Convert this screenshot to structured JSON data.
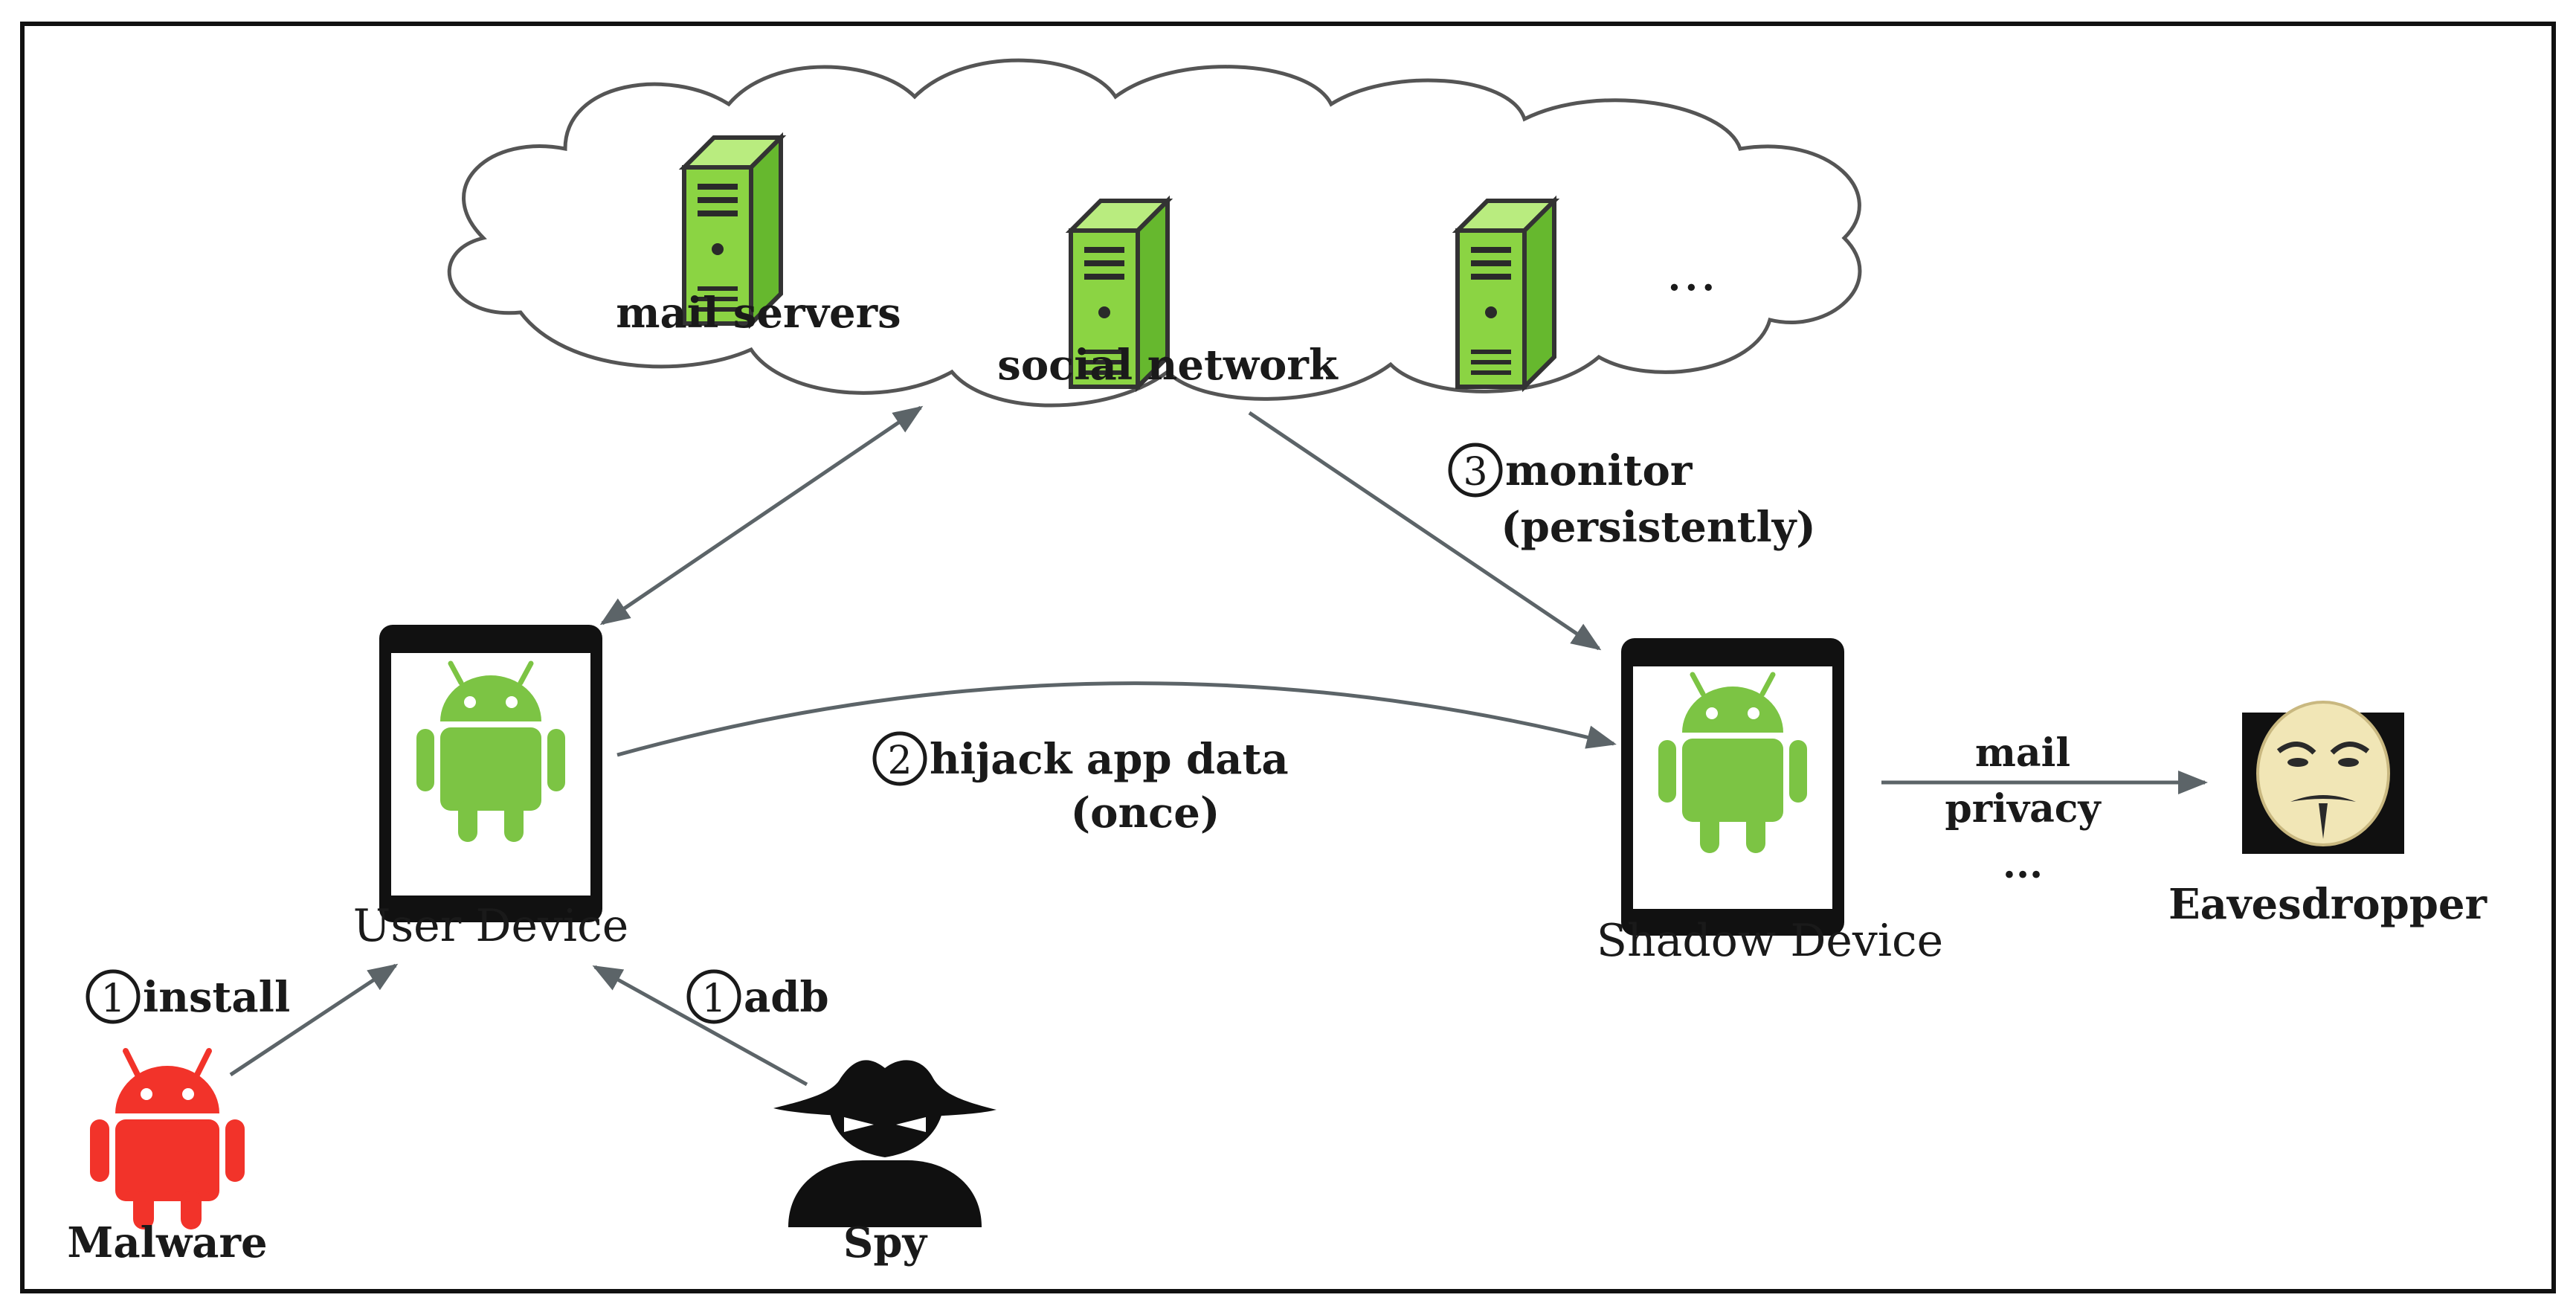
{
  "colors": {
    "server_green": "#8bd443",
    "server_dark": "#2a2a2a",
    "android_green": "#7cc444",
    "malware_red": "#f2332a",
    "arrow": "#5c6468",
    "frame": "#111111"
  },
  "cloud": {
    "servers": [
      {
        "label": "mail servers",
        "icon": "server-icon"
      },
      {
        "label": "social network",
        "icon": "server-icon"
      },
      {
        "label": "",
        "icon": "server-icon"
      }
    ],
    "more": "..."
  },
  "devices": {
    "user": {
      "label": "User Device",
      "icon": "tablet-android-icon"
    },
    "shadow": {
      "label": "Shadow Device",
      "icon": "tablet-android-icon"
    }
  },
  "actors": {
    "malware": {
      "label": "Malware",
      "icon": "red-android-icon"
    },
    "spy": {
      "label": "Spy",
      "icon": "spy-icon"
    },
    "eavesdropper": {
      "label": "Eavesdropper",
      "icon": "mask-icon"
    }
  },
  "edges": {
    "install": {
      "step": "1",
      "text": "install"
    },
    "adb": {
      "step": "1",
      "text": "adb"
    },
    "hijack": {
      "step": "2",
      "text": "hijack app data",
      "sub": "(once)"
    },
    "monitor": {
      "step": "3",
      "text": "monitor",
      "sub": "(persistently)"
    },
    "leak": {
      "lines": [
        "mail",
        "privacy",
        "..."
      ]
    }
  }
}
